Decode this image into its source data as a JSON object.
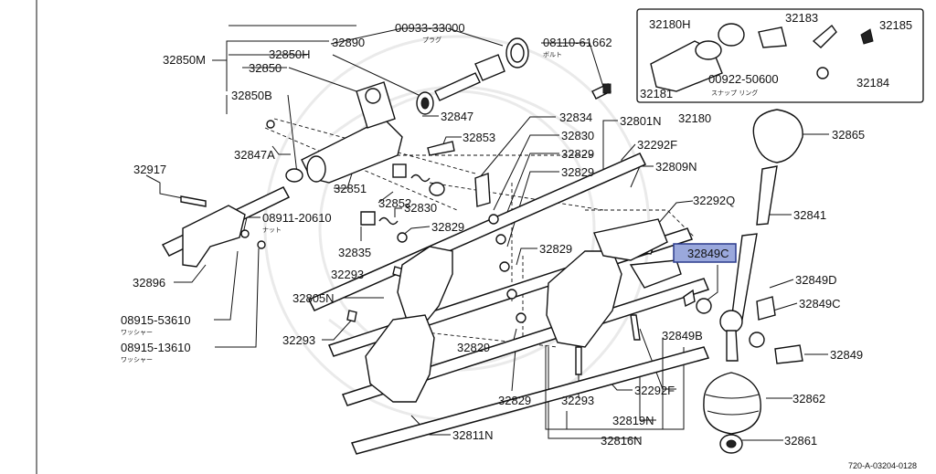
{
  "labels": [
    {
      "id": "00933-33000",
      "text": "00933-33000"
    },
    {
      "id": "purag",
      "text": "プラグ"
    },
    {
      "id": "32890",
      "text": "32890"
    },
    {
      "id": "32850M",
      "text": "32850M"
    },
    {
      "id": "32850H",
      "text": "32850H"
    },
    {
      "id": "32850",
      "text": "32850"
    },
    {
      "id": "32850B",
      "text": "32850B"
    },
    {
      "id": "08110-61662",
      "text": "08110-61662"
    },
    {
      "id": "bolt",
      "text": "ボルト"
    },
    {
      "id": "32180H",
      "text": "32180H"
    },
    {
      "id": "32183",
      "text": "32183"
    },
    {
      "id": "32185",
      "text": "32185"
    },
    {
      "id": "00922-50600",
      "text": "00922-50600"
    },
    {
      "id": "snapring",
      "text": "スナップ リング"
    },
    {
      "id": "32181",
      "text": "32181"
    },
    {
      "id": "32184",
      "text": "32184"
    },
    {
      "id": "32180",
      "text": "32180"
    },
    {
      "id": "32847",
      "text": "32847"
    },
    {
      "id": "32834",
      "text": "32834"
    },
    {
      "id": "32801N",
      "text": "32801N"
    },
    {
      "id": "32830a",
      "text": "32830"
    },
    {
      "id": "32853",
      "text": "32853"
    },
    {
      "id": "32829a",
      "text": "32829"
    },
    {
      "id": "32292F_top",
      "text": "32292F"
    },
    {
      "id": "32865",
      "text": "32865"
    },
    {
      "id": "32847A",
      "text": "32847A"
    },
    {
      "id": "32829b",
      "text": "32829"
    },
    {
      "id": "32809N",
      "text": "32809N"
    },
    {
      "id": "32917",
      "text": "32917"
    },
    {
      "id": "32851",
      "text": "32851"
    },
    {
      "id": "32852",
      "text": "32852"
    },
    {
      "id": "32830b",
      "text": "32830"
    },
    {
      "id": "32292Q",
      "text": "32292Q"
    },
    {
      "id": "08911-20610",
      "text": "08911-20610"
    },
    {
      "id": "nut",
      "text": "ナット"
    },
    {
      "id": "32829c",
      "text": "32829"
    },
    {
      "id": "32841",
      "text": "32841"
    },
    {
      "id": "32835",
      "text": "32835"
    },
    {
      "id": "32829d",
      "text": "32829"
    },
    {
      "id": "32849C_hl",
      "text": "32849C"
    },
    {
      "id": "32896",
      "text": "32896"
    },
    {
      "id": "32293a",
      "text": "32293"
    },
    {
      "id": "32849D",
      "text": "32849D"
    },
    {
      "id": "32805N",
      "text": "32805N"
    },
    {
      "id": "32849C",
      "text": "32849C"
    },
    {
      "id": "08915-53610",
      "text": "08915-53610"
    },
    {
      "id": "washer1",
      "text": "ワッシャー"
    },
    {
      "id": "32293b",
      "text": "32293"
    },
    {
      "id": "32849B",
      "text": "32849B"
    },
    {
      "id": "08915-13610",
      "text": "08915-13610"
    },
    {
      "id": "washer2",
      "text": "ワッシャー"
    },
    {
      "id": "32829e",
      "text": "32829"
    },
    {
      "id": "32849",
      "text": "32849"
    },
    {
      "id": "32292F_bot",
      "text": "32292F"
    },
    {
      "id": "32829f",
      "text": "32829"
    },
    {
      "id": "32293c",
      "text": "32293"
    },
    {
      "id": "32862",
      "text": "32862"
    },
    {
      "id": "32819N",
      "text": "32819N"
    },
    {
      "id": "32811N",
      "text": "32811N"
    },
    {
      "id": "32816N",
      "text": "32816N"
    },
    {
      "id": "32861",
      "text": "32861"
    }
  ],
  "footer_code": "720-A-03204-0128",
  "colors": {
    "highlight_fill": "#9aa8dc",
    "highlight_stroke": "#2b3a8c",
    "line": "#111111"
  }
}
